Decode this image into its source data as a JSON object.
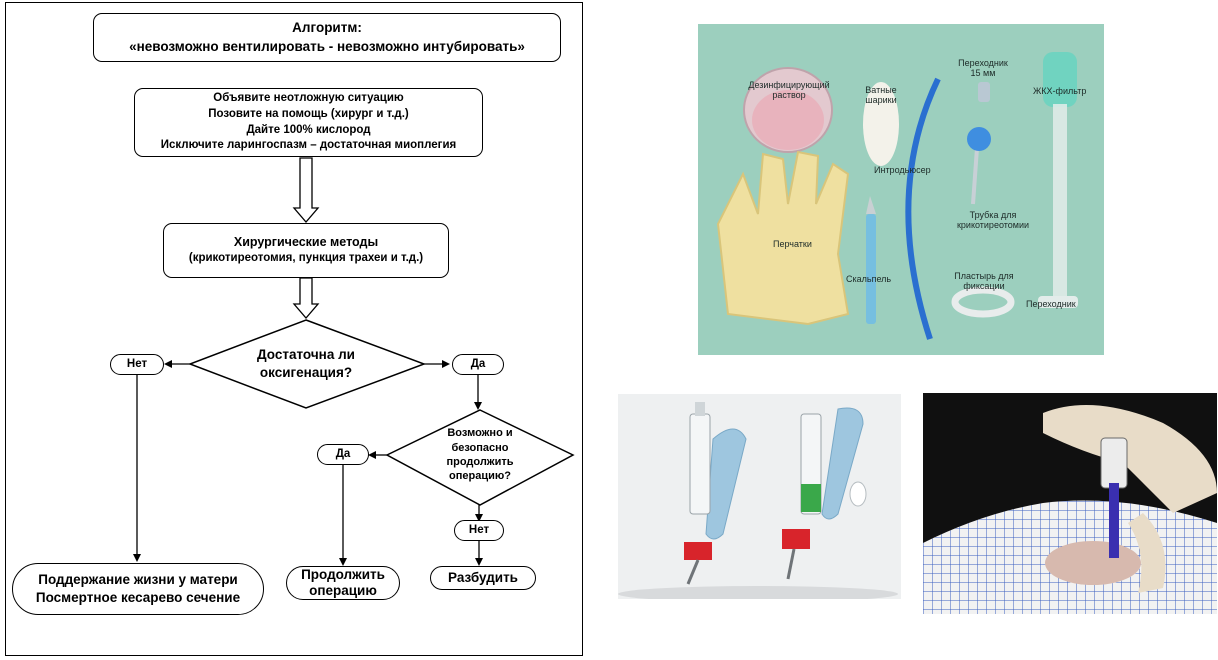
{
  "flowchart": {
    "title_line1": "Алгоритм:",
    "title_line2": "«невозможно вентилировать - невозможно интубировать»",
    "step1": {
      "line1": "Объявите неотложную ситуацию",
      "line2": "Позовите на помощь (хирург и т.д.)",
      "line3": "Дайте 100% кислород",
      "line4": "Исключите ларингоспазм – достаточная миоплегия"
    },
    "step2": {
      "line1": "Хирургические методы",
      "line2": "(крикотиреотомия, пункция трахеи и т.д.)"
    },
    "decision1": {
      "line1": "Достаточна ли",
      "line2": "оксигенация?"
    },
    "decision1_no": "Нет",
    "decision1_yes": "Да",
    "decision2": {
      "line1": "Возможно и",
      "line2": "безопасно",
      "line3": "продолжить",
      "line4": "операцию?"
    },
    "decision2_yes": "Да",
    "decision2_no": "Нет",
    "end_left": {
      "line1": "Поддержание жизни у матери",
      "line2": "Посмертное кесарево сечение"
    },
    "end_middle": {
      "line1": "Продолжить",
      "line2": "операцию"
    },
    "end_right": "Разбудить"
  },
  "kit_photo": {
    "labels": {
      "disinfectant": "Дезинфицирующий раствор",
      "cotton": "Ватные шарики",
      "adapter15": "Переходник 15 мм",
      "hme_filter": "ЖКХ-фильтр",
      "introducer": "Интродьюсер",
      "gloves": "Перчатки",
      "tube": "Трубка для крикотиреотомии",
      "scalpel": "Скальпель",
      "plaster": "Пластырь для фиксации",
      "adapter": "Переходник"
    },
    "colors": {
      "background": "#9ccfbe",
      "glove": "#efe0a0",
      "introducer": "#2a6fd0",
      "filter": "#6cd3c0"
    }
  },
  "device_photo": {
    "colors": {
      "strap": "#9ec6df",
      "connector": "#d8242b",
      "plunger_green": "#3aa84a"
    }
  },
  "procedure_photo": {
    "colors": {
      "background": "#101010",
      "glove": "#e8dcc8",
      "grid": "#3b5fc0"
    }
  }
}
